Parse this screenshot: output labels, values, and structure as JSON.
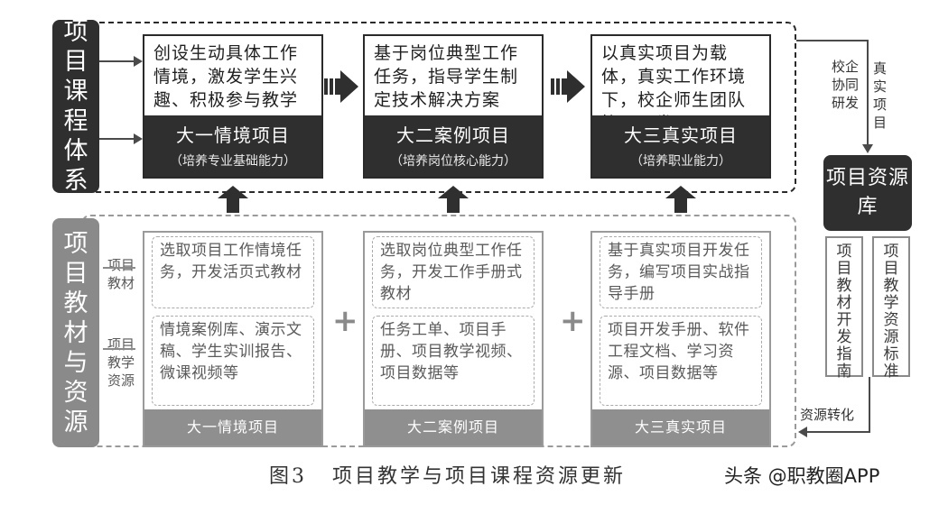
{
  "top_section": {
    "label": "项目课程体系",
    "projects": [
      {
        "desc": "创设生动具体工作情境，激发学生兴趣、积极参与教学",
        "name": "大一情境项目",
        "ability": "（培养专业基础能力）"
      },
      {
        "desc": "基于岗位典型工作任务，指导学生制定技术解决方案",
        "name": "大二案例项目",
        "ability": "（培养岗位核心能力）"
      },
      {
        "desc": "以真实项目为载体，真实工作环境下，校企师生团队协同研发",
        "name": "大三真实项目",
        "ability": "（培养职业能力）"
      }
    ]
  },
  "bottom_section": {
    "label": "项目教材与资源",
    "row_labels": {
      "textbook": "项目教材",
      "resources": "项目教学资源"
    },
    "columns": [
      {
        "textbook": "选取项目工作情境任务，开发活页式教材",
        "resources": "情境案例库、演示文稿、学生实训报告、微课视频等",
        "footer": "大一情境项目"
      },
      {
        "textbook": "选取岗位典型工作任务，开发工作手册式教材",
        "resources": "任务工单、项目手册、项目教学视频、项目数据等",
        "footer": "大二案例项目"
      },
      {
        "textbook": "基于真实项目开发任务，编写项目实战指导手册",
        "resources": "项目开发手册、软件工程文档、学习资源、项目数据等",
        "footer": "大三真实项目"
      }
    ],
    "plus_sign": "+"
  },
  "right_side": {
    "collab": "校企协同研发",
    "real_project": "真实项目",
    "resource_pool": "项目资源库",
    "standards": [
      "项目教材开发指南",
      "项目教学资源标准"
    ],
    "conversion": "资源转化"
  },
  "caption": {
    "figure": "图3",
    "title": "项目教学与项目课程资源更新"
  },
  "watermark": "头条 @职教圈APP"
}
